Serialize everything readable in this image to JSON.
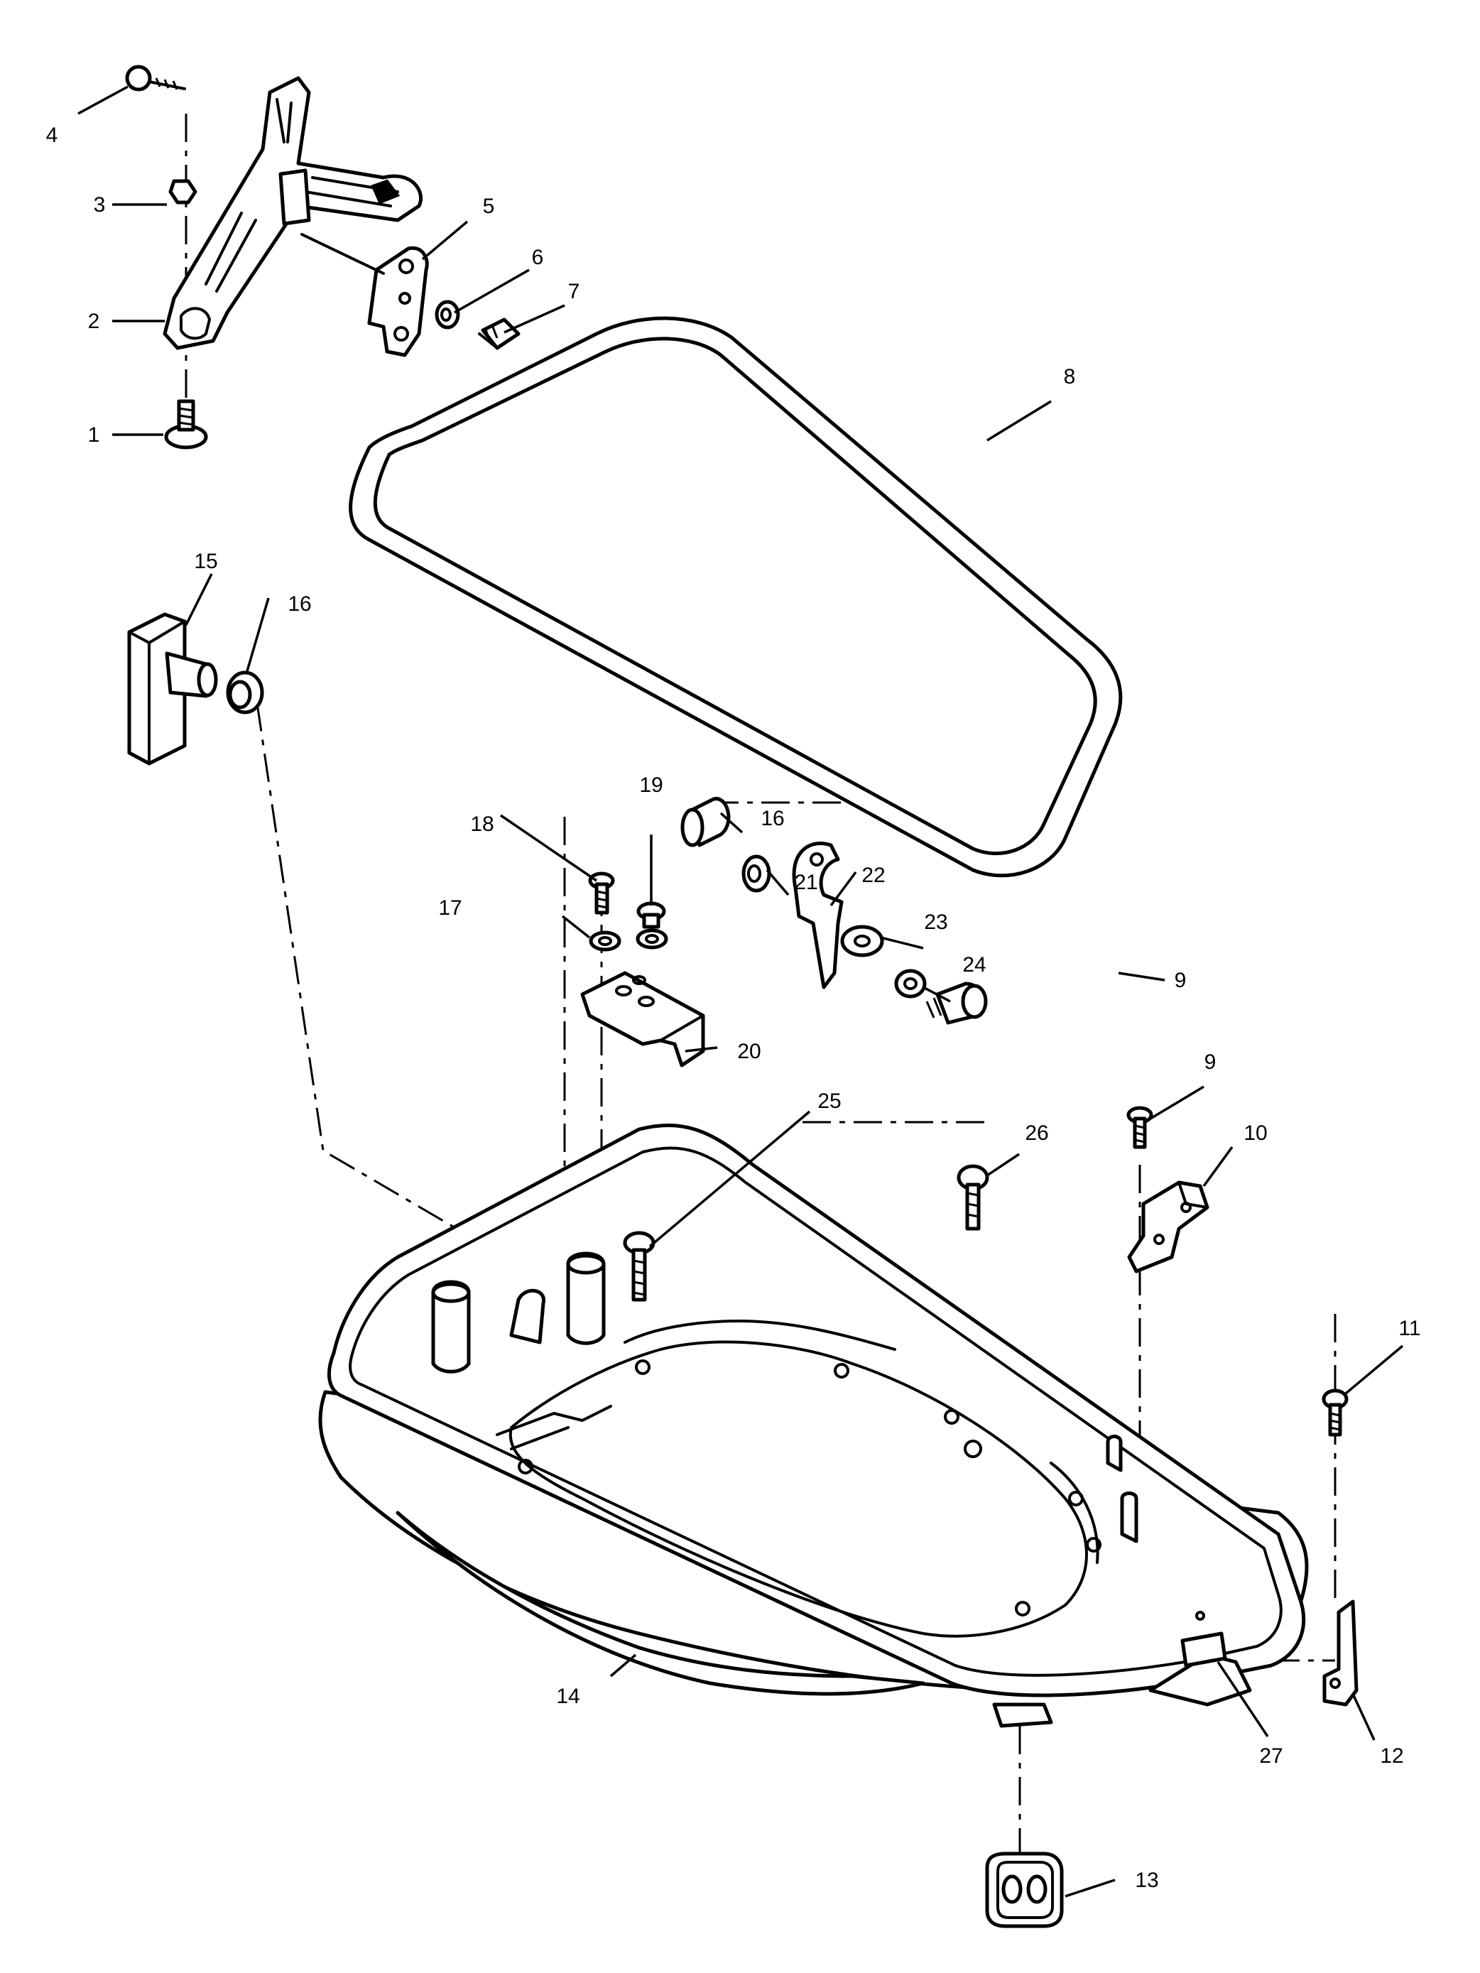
{
  "callouts": [
    {
      "id": "c1",
      "label": "1"
    },
    {
      "id": "c2",
      "label": "2"
    },
    {
      "id": "c3",
      "label": "3"
    },
    {
      "id": "c4",
      "label": "4"
    },
    {
      "id": "c5",
      "label": "5"
    },
    {
      "id": "c6",
      "label": "6"
    },
    {
      "id": "c7",
      "label": "7"
    },
    {
      "id": "c8",
      "label": "8"
    },
    {
      "id": "c9a",
      "label": "9"
    },
    {
      "id": "c9b",
      "label": "9"
    },
    {
      "id": "c10",
      "label": "10"
    },
    {
      "id": "c11",
      "label": "11"
    },
    {
      "id": "c12",
      "label": "12"
    },
    {
      "id": "c13",
      "label": "13"
    },
    {
      "id": "c14",
      "label": "14"
    },
    {
      "id": "c15",
      "label": "15"
    },
    {
      "id": "c16a",
      "label": "16"
    },
    {
      "id": "c16b",
      "label": "16"
    },
    {
      "id": "c17",
      "label": "17"
    },
    {
      "id": "c18",
      "label": "18"
    },
    {
      "id": "c19",
      "label": "19"
    },
    {
      "id": "c20",
      "label": "20"
    },
    {
      "id": "c21",
      "label": "21"
    },
    {
      "id": "c22",
      "label": "22"
    },
    {
      "id": "c23",
      "label": "23"
    },
    {
      "id": "c24",
      "label": "24"
    },
    {
      "id": "c25",
      "label": "25"
    },
    {
      "id": "c26",
      "label": "26"
    },
    {
      "id": "c27",
      "label": "27"
    }
  ]
}
